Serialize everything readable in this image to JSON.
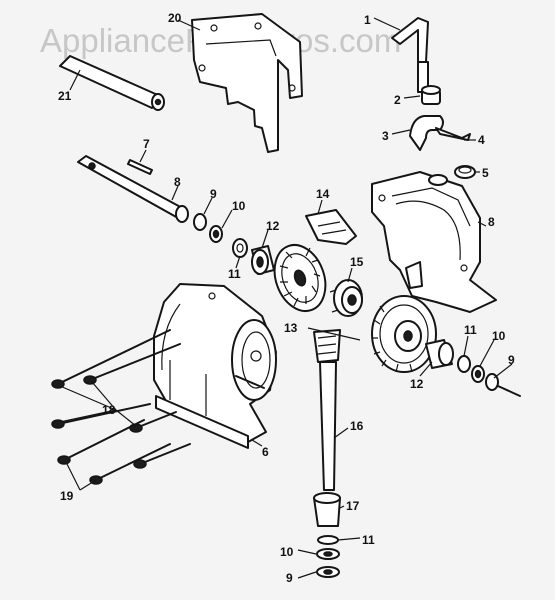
{
  "watermark": "AppliancePartsPros.com",
  "callouts": [
    {
      "key": "c20",
      "text": "20"
    },
    {
      "key": "c1",
      "text": "1"
    },
    {
      "key": "c21",
      "text": "21"
    },
    {
      "key": "c2",
      "text": "2"
    },
    {
      "key": "c3",
      "text": "3"
    },
    {
      "key": "c4",
      "text": "4"
    },
    {
      "key": "c5",
      "text": "5"
    },
    {
      "key": "c7",
      "text": "7"
    },
    {
      "key": "c8a",
      "text": "8"
    },
    {
      "key": "c8b",
      "text": "8"
    },
    {
      "key": "c9a",
      "text": "9"
    },
    {
      "key": "c10a",
      "text": "10"
    },
    {
      "key": "c14",
      "text": "14"
    },
    {
      "key": "c12a",
      "text": "12"
    },
    {
      "key": "c11a",
      "text": "11"
    },
    {
      "key": "c15",
      "text": "15"
    },
    {
      "key": "c13",
      "text": "13"
    },
    {
      "key": "c11b",
      "text": "11"
    },
    {
      "key": "c10b",
      "text": "10"
    },
    {
      "key": "c9b",
      "text": "9"
    },
    {
      "key": "c12b",
      "text": "12"
    },
    {
      "key": "c18",
      "text": "18"
    },
    {
      "key": "c16",
      "text": "16"
    },
    {
      "key": "c6",
      "text": "6"
    },
    {
      "key": "c19",
      "text": "19"
    },
    {
      "key": "c17",
      "text": "17"
    },
    {
      "key": "c11c",
      "text": "11"
    },
    {
      "key": "c10c",
      "text": "10"
    },
    {
      "key": "c9c",
      "text": "9"
    }
  ]
}
